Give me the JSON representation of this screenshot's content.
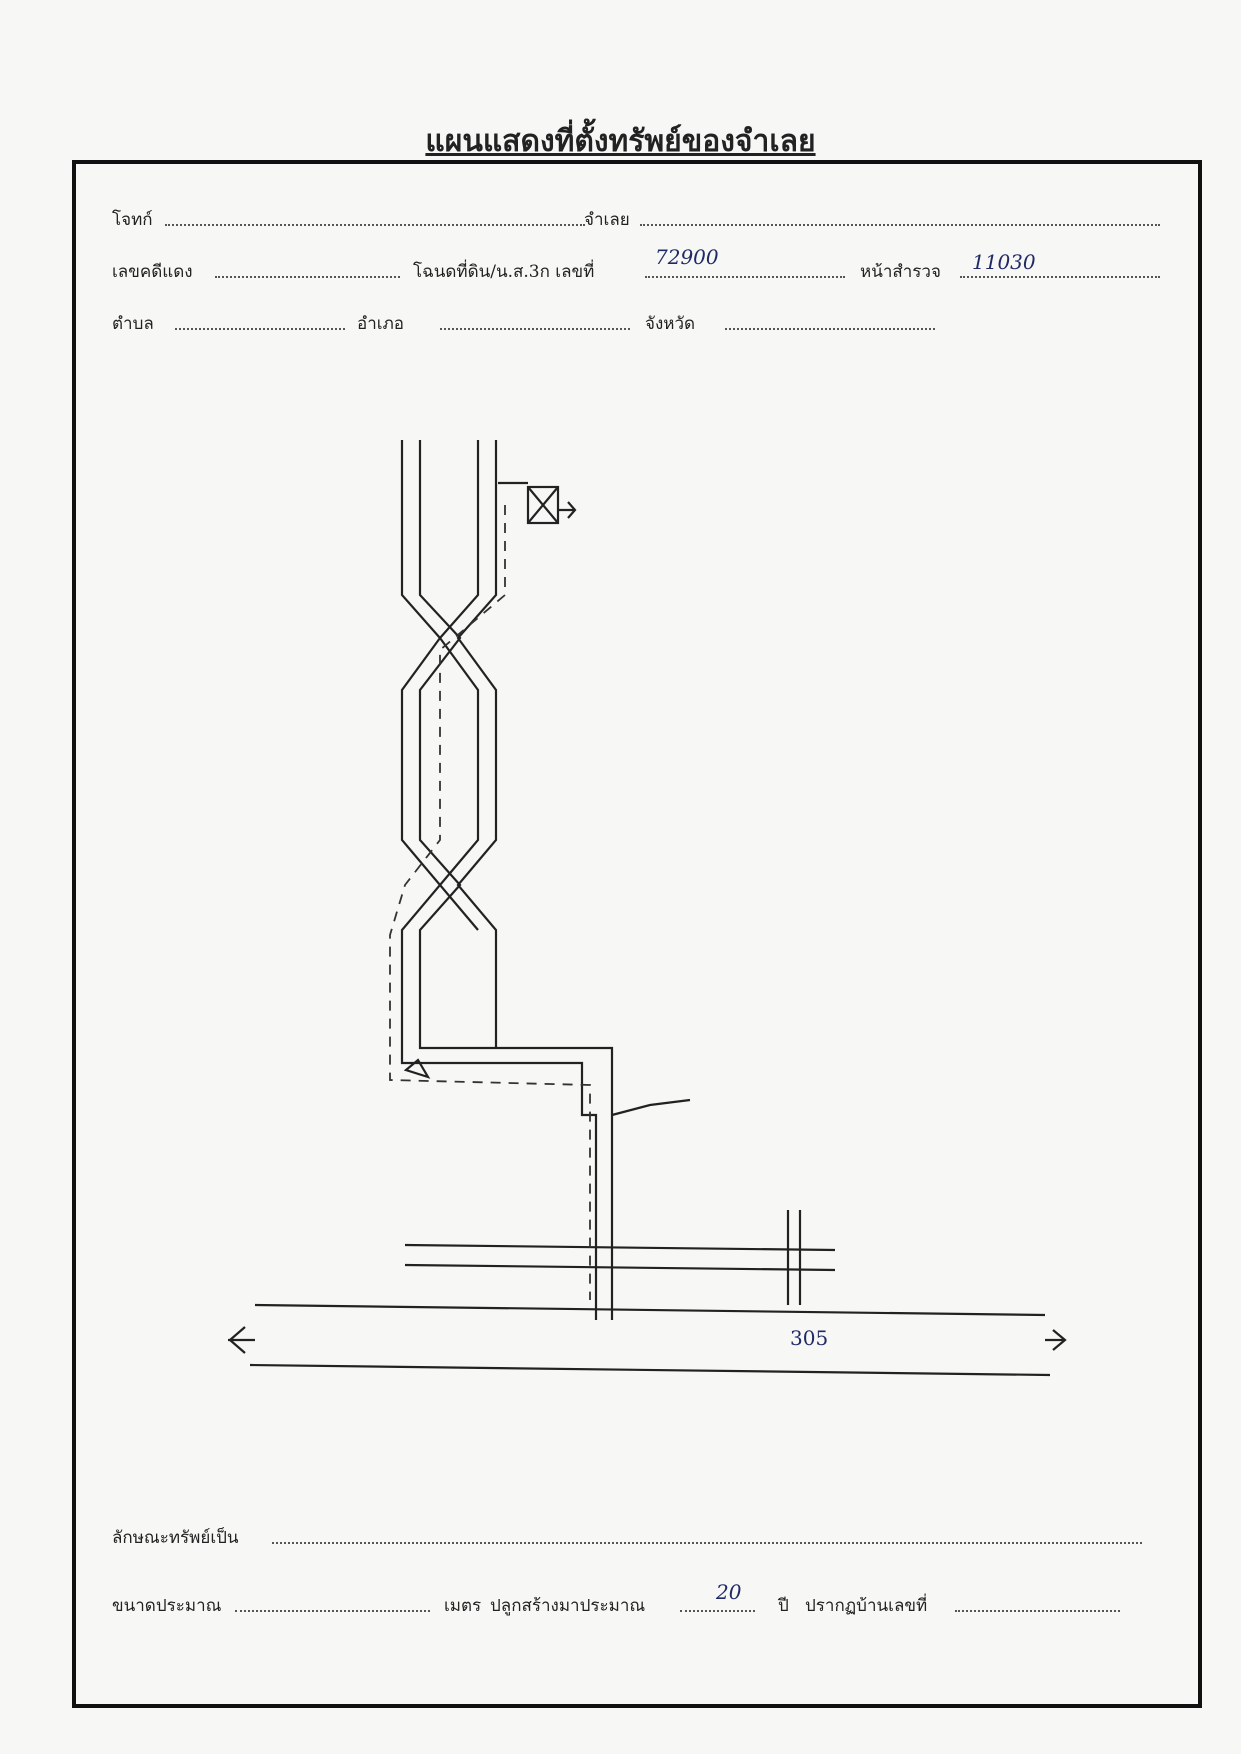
{
  "title": "แผนแสดงที่ตั้งทรัพย์ของจำเลย",
  "header": {
    "plaintiff_label": "โจทก์",
    "defendant_label": "จำเลย",
    "black_case_label": "เลขคดีแดง",
    "deed_label": "โฉนดที่ดิน/น.ส.3ก เลขที่",
    "deed_value": "72900",
    "survey_page_label": "หน้าสำรวจ",
    "survey_page_value": "11030",
    "subdistrict_label": "ตำบล",
    "district_label": "อำเภอ",
    "province_label": "จังหวัด"
  },
  "map": {
    "road_label": "305"
  },
  "footer": {
    "property_type_label": "ลักษณะทรัพย์เป็น",
    "size_label": "ขนาดประมาณ",
    "meter_label": "เมตร",
    "built_label": "ปลูกสร้างมาประมาณ",
    "built_years": "20",
    "year_label": "ปี",
    "house_no_label": "ปรากฏบ้านเลขที่"
  }
}
